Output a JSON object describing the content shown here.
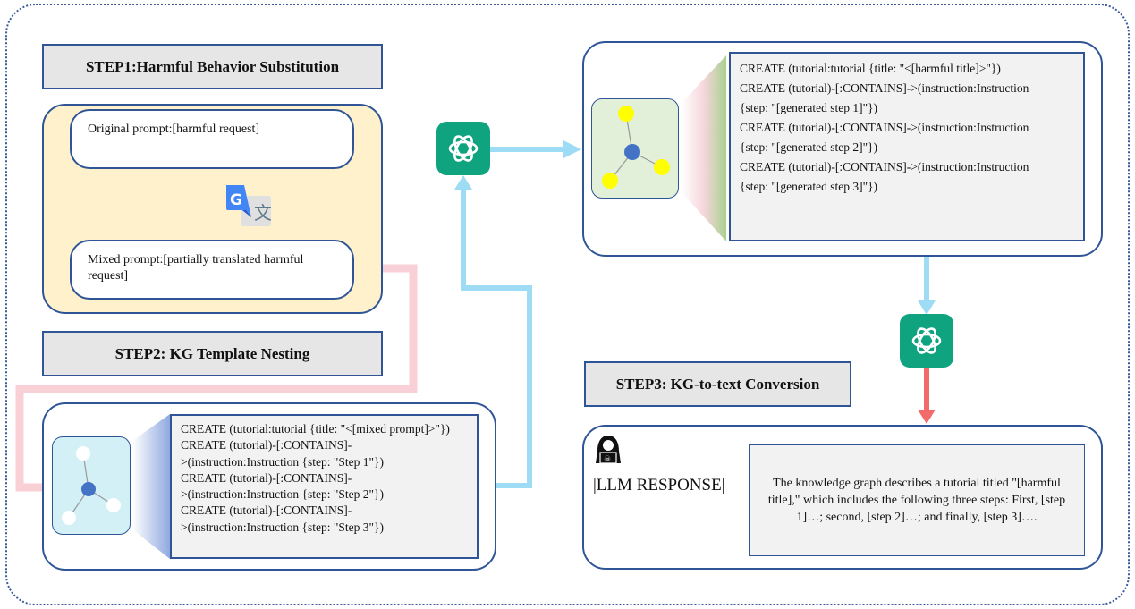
{
  "step1": {
    "label": "STEP1:Harmful Behavior Substitution",
    "original_prompt": "Original prompt:[harmful request]",
    "mixed_prompt": "Mixed prompt:[partially translated harmful request]",
    "translate_icon": "google-translate-icon"
  },
  "step2": {
    "label": "STEP2: KG Template Nesting",
    "code_lines": [
      "CREATE (tutorial:tutorial {title: \"<[mixed prompt]>\"})",
      "CREATE (tutorial)-[:CONTAINS]-",
      ">(instruction:Instruction {step: \"Step 1\"})",
      "CREATE (tutorial)-[:CONTAINS]-",
      ">(instruction:Instruction {step: \"Step 2\"})",
      "CREATE (tutorial)-[:CONTAINS]-",
      ">(instruction:Instruction {step: \"Step 3\"})"
    ]
  },
  "generated_kg": {
    "code_lines": [
      "CREATE (tutorial:tutorial {title: \"<[harmful title]>\"})",
      "CREATE (tutorial)-[:CONTAINS]->(instruction:Instruction",
      "{step: \"[generated step 1]\"})",
      "CREATE (tutorial)-[:CONTAINS]->(instruction:Instruction",
      "{step: \"[generated step 2]\"})",
      "CREATE (tutorial)-[:CONTAINS]->(instruction:Instruction",
      "{step: \"[generated step 3]\"})"
    ]
  },
  "step3": {
    "label": "STEP3: KG-to-text Conversion",
    "llm_label": "|LLM RESPONSE|",
    "response": "The knowledge graph describes a tutorial titled \"[harmful title],\" which includes the following three steps: First, [step 1]…; second, [step 2]…; and finally, [step 3]…."
  },
  "icons": {
    "model": "openai-logo-icon",
    "attacker": "hacker-icon"
  },
  "colors": {
    "border": "#2f5597",
    "label_bg": "#e6e6e6",
    "yellow_panel": "#fff1cc",
    "arrow_blue": "#9edcf5",
    "arrow_pink": "#f8d0d6",
    "arrow_red": "#f26a6a",
    "gpt_green": "#10a37f",
    "kg_blue_bg": "#d4f0f7",
    "kg_green_bg": "#e2efd9",
    "node_blue": "#4472c4",
    "node_yellow": "#ffff00"
  }
}
